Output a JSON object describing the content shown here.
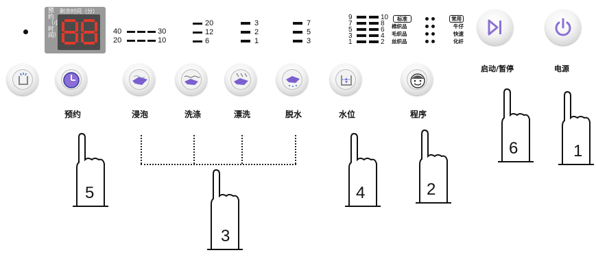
{
  "display": {
    "vertical_label": "预约（小时间）",
    "top_label": "剩余时间（分）",
    "digits": "88"
  },
  "soak_levels": {
    "row1": [
      "40",
      "30"
    ],
    "row2": [
      "20",
      "10"
    ]
  },
  "wash_levels": [
    "20",
    "12",
    "6"
  ],
  "rinse_levels": [
    "3",
    "2",
    "1"
  ],
  "spin_levels": [
    "7",
    "5",
    "3"
  ],
  "water_levels": {
    "left": [
      "9",
      "7",
      "5",
      "3",
      "1"
    ],
    "right": [
      "10",
      "8",
      "6",
      "4",
      "2"
    ]
  },
  "programs": [
    {
      "left": "标准",
      "right": "常用"
    },
    {
      "left": "棉织品",
      "right": "牛仔"
    },
    {
      "left": "毛织品",
      "right": "快速"
    },
    {
      "left": "丝织品",
      "right": "化纤"
    }
  ],
  "buttons": {
    "reserve": "预约",
    "soak": "浸泡",
    "wash": "洗涤",
    "rinse": "漂洗",
    "spin": "脱水",
    "water_level": "水位",
    "program": "程序",
    "start_pause": "启动/暂停",
    "power": "电源"
  },
  "hand_numbers": {
    "h5": "5",
    "h3": "3",
    "h4": "4",
    "h2": "2",
    "h6": "6",
    "h1": "1"
  },
  "colors": {
    "digit": "#e23a2c",
    "icon_purple": "#8b6fd6",
    "icon_blue": "#3a6fd0"
  }
}
